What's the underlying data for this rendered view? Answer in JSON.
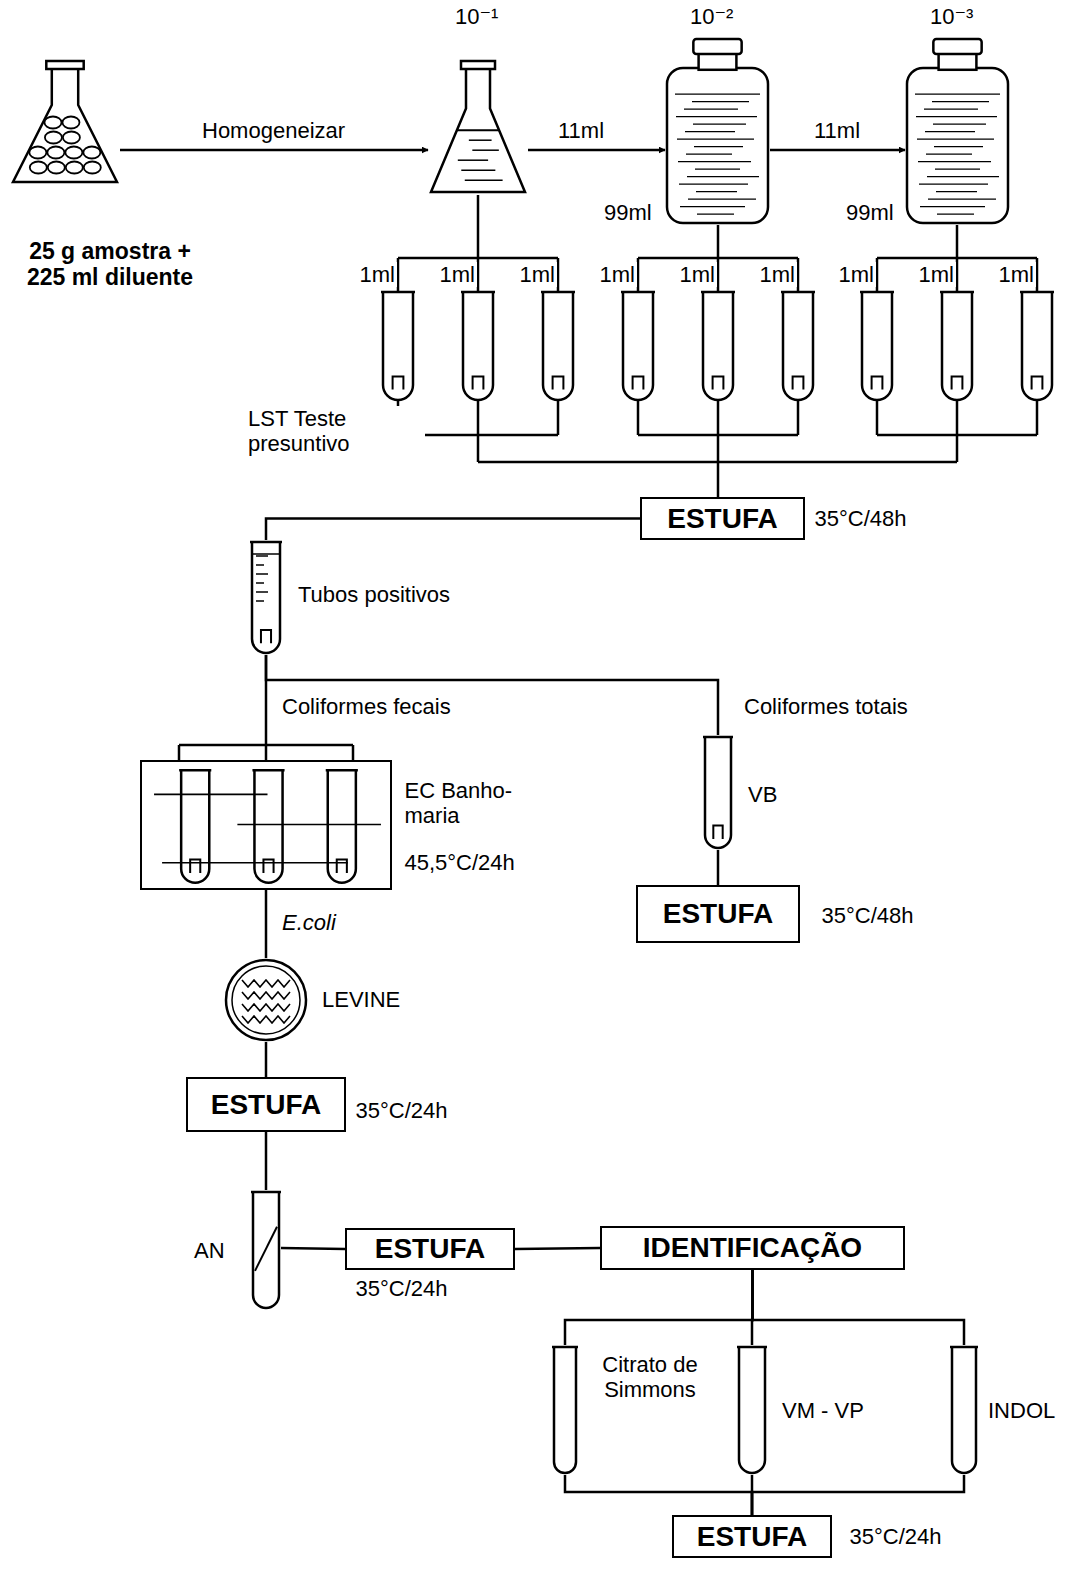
{
  "diagram": {
    "nodes": [
      {
        "text": [
          "25 g amostra + 225 ml diluente"
        ]
      },
      {
        "text": [
          "10⁻¹"
        ]
      },
      {
        "text": [
          "10⁻²",
          "99ml"
        ]
      },
      {
        "text": [
          "10⁻³",
          "99ml"
        ]
      },
      {
        "text": [
          "ESTUFA",
          "35°C/48h"
        ]
      },
      {
        "text": [
          "Tubos positivos"
        ]
      },
      {
        "text": [
          "EC Banho-maria",
          "45,5°C/24h"
        ]
      },
      {
        "text": [
          "VB"
        ]
      },
      {
        "text": [
          "ESTUFA",
          "35°C/48h"
        ]
      },
      {
        "text": [
          "LEVINE"
        ]
      },
      {
        "text": [
          "ESTUFA",
          "35°C/24h"
        ]
      },
      {
        "text": [
          "AN"
        ]
      },
      {
        "text": [
          "ESTUFA",
          "35°C/24h"
        ]
      },
      {
        "text": [
          "IDENTIFICAÇÃO"
        ]
      },
      {
        "text": [
          "Citrato de Simmons"
        ]
      },
      {
        "text": [
          "VM - VP"
        ]
      },
      {
        "text": [
          "INDOL"
        ]
      },
      {
        "text": [
          "ESTUFA",
          "35°C/24h"
        ]
      }
    ],
    "edges": [
      {
        "from": 0,
        "to": 1,
        "label": "Homogeneizar",
        "arrow": "to"
      },
      {
        "from": 1,
        "to": 2,
        "label": "11ml",
        "arrow": "to"
      },
      {
        "from": 2,
        "to": 3,
        "label": "11ml",
        "arrow": "to"
      },
      {
        "from": 4,
        "to": 5,
        "arrow": "none"
      },
      {
        "from": 5,
        "to": 6,
        "label": "Coliformes fecais",
        "arrow": "none"
      },
      {
        "from": 5,
        "to": 7,
        "label": "Coliformes totais",
        "arrow": "none"
      },
      {
        "from": 7,
        "to": 8,
        "arrow": "none"
      },
      {
        "from": 6,
        "to": 9,
        "label": "E.coli",
        "arrow": "none"
      },
      {
        "from": 9,
        "to": 10,
        "arrow": "none"
      },
      {
        "from": 10,
        "to": 11,
        "arrow": "none"
      },
      {
        "from": 11,
        "to": 12,
        "arrow": "none"
      },
      {
        "from": 12,
        "to": 13,
        "arrow": "none"
      },
      {
        "from": 13,
        "to": 14,
        "arrow": "none"
      },
      {
        "from": 13,
        "to": 15,
        "arrow": "none"
      },
      {
        "from": 13,
        "to": 16,
        "arrow": "none"
      },
      {
        "from": 14,
        "to": 17,
        "arrow": "none"
      },
      {
        "from": 15,
        "to": 17,
        "arrow": "none"
      },
      {
        "from": 16,
        "to": 17,
        "arrow": "none"
      }
    ],
    "labels": [
      "1ml",
      "1ml",
      "1ml",
      "1ml",
      "1ml",
      "1ml",
      "1ml",
      "1ml",
      "1ml",
      "LST Teste presuntivo"
    ]
  }
}
